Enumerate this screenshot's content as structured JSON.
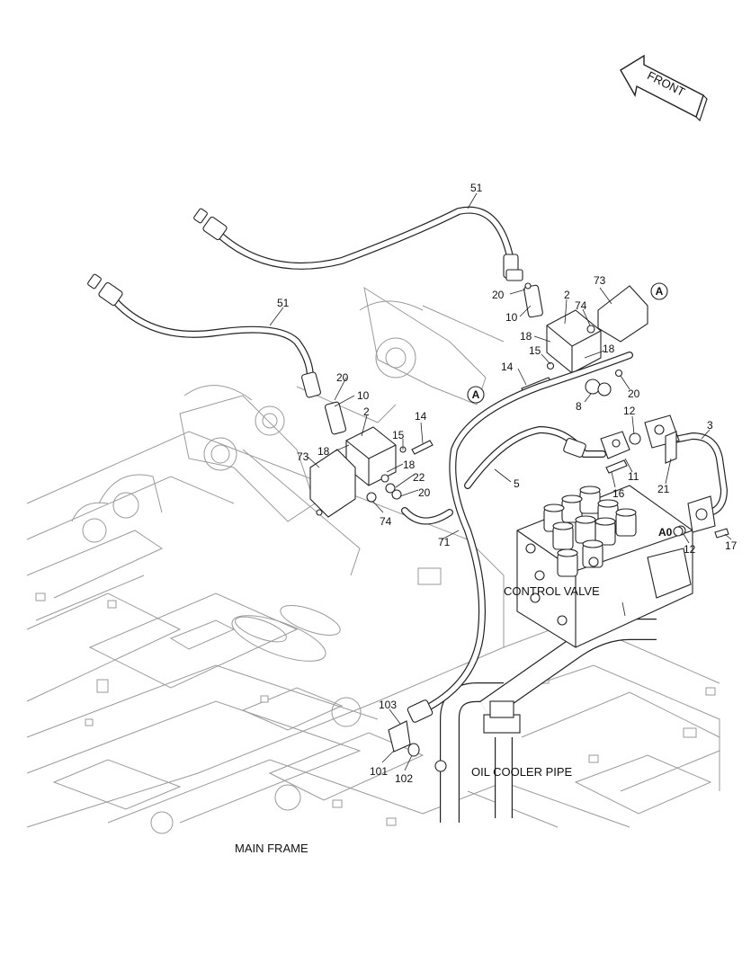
{
  "labels": {
    "hose_upper": "51",
    "hose_left": "51",
    "fitting_20_a": "20",
    "adapter_10_a": "10",
    "block_2_a": "2",
    "bracket_73_a": "73",
    "bolt_74_a": "74",
    "oring_18_a": "18",
    "washer_15_a": "15",
    "oring_18_b": "18",
    "bolt_14_a": "14",
    "elbow_8": "8",
    "fitting_20_b": "20",
    "fitting_20_c": "20",
    "adapter_10_b": "10",
    "block_2_b": "2",
    "oring_18_c": "18",
    "washer_15_b": "15",
    "bolt_14_b": "14",
    "bracket_73_b": "73",
    "oring_18_d": "18",
    "plug_22": "22",
    "fitting_20_d": "20",
    "bolt_74_b": "74",
    "hose_71": "71",
    "hose_5": "5",
    "oring_12_a": "12",
    "flange_11": "11",
    "bolt_16": "16",
    "pipe_3": "3",
    "clamp_21": "21",
    "oring_12_b": "12",
    "bolt_17": "17",
    "ref_a0": "A0",
    "ref_a_upper": "A",
    "ref_a_lower": "A",
    "fitting_103": "103",
    "elbow_101": "101",
    "oring_102": "102"
  },
  "captions": {
    "front": "FRONT",
    "control_valve": "CONTROL VALVE",
    "oil_cooler_pipe": "OIL COOLER PIPE",
    "main_frame": "MAIN FRAME"
  },
  "colors": {
    "line": "#222222",
    "frame_line": "#9a9a9a",
    "background": "#ffffff"
  }
}
